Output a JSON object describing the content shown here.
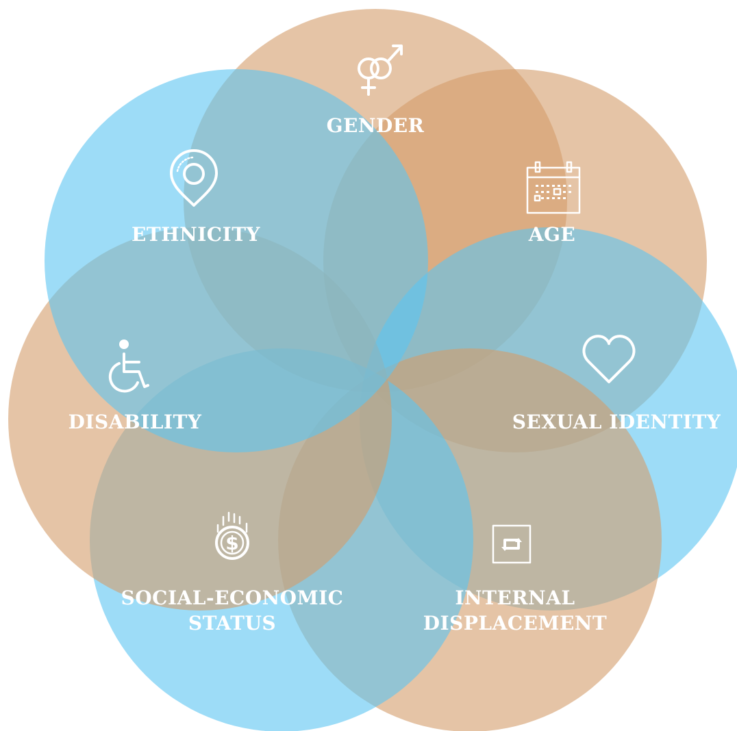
{
  "colors": {
    "blue": "#5cc5f2",
    "tan": "#d49c6a",
    "background": "#ffffff",
    "label": "#ffffff"
  },
  "circles": [
    {
      "name": "gender",
      "color": "tan"
    },
    {
      "name": "age",
      "color": "tan"
    },
    {
      "name": "sexual-identity",
      "color": "blue"
    },
    {
      "name": "internal-displacement",
      "color": "tan"
    },
    {
      "name": "social-economic-status",
      "color": "blue"
    },
    {
      "name": "disability",
      "color": "tan"
    },
    {
      "name": "ethnicity",
      "color": "blue"
    }
  ],
  "labels": {
    "gender": "GENDER",
    "age": "AGE",
    "sexual_identity": "SEXUAL IDENTITY",
    "internal_displacement_1": "INTERNAL",
    "internal_displacement_2": "DISPLACEMENT",
    "social_economic_1": "SOCIAL-ECONOMIC",
    "social_economic_2": "STATUS",
    "disability": "DISABILITY",
    "ethnicity": "ETHNICITY"
  },
  "icons": {
    "gender": "gender-symbols-icon",
    "age": "calendar-icon",
    "sexual_identity": "heart-icon",
    "internal_displacement": "repeat-arrows-icon",
    "social_economic": "dollar-coin-icon",
    "disability": "wheelchair-icon",
    "ethnicity": "location-pin-icon"
  }
}
